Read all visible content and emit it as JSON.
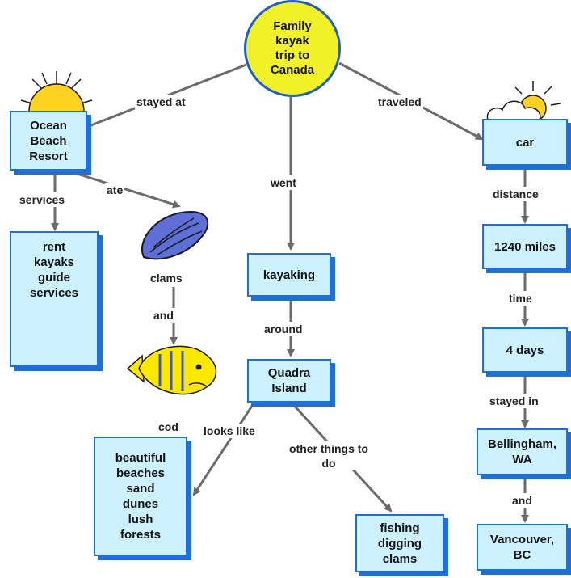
{
  "center": {
    "label": "Family\nkayak\ntrip to\nCanada"
  },
  "nodes": {
    "ocean_beach_resort": "Ocean\nBeach\nResort",
    "car": "car",
    "rent_kayaks": "rent\nkayaks\nguide\nservices",
    "kayaking": "kayaking",
    "quadra_island": "Quadra\nIsland",
    "beautiful_beaches": "beautiful\nbeaches\nsand\ndunes\nlush\nforests",
    "fishing": "fishing\ndigging\nclams",
    "miles": "1240 miles",
    "days": "4 days",
    "bellingham": "Bellingham,\nWA",
    "vancouver": "Vancouver,\nBC"
  },
  "links": {
    "stayed_at": "stayed at",
    "traveled": "traveled",
    "went": "went",
    "services": "services",
    "ate": "ate",
    "clams": "clams",
    "and_fish": "and",
    "cod": "cod",
    "around": "around",
    "looks_like": "looks like",
    "other_things": "other things to\ndo",
    "distance": "distance",
    "time": "time",
    "stayed_in": "stayed in",
    "and_city": "and"
  },
  "colors": {
    "node_fill": "#cdf2ff",
    "node_border": "#1f6fd6",
    "center_fill": "#f1f12a",
    "arrow": "#6b6b6b"
  },
  "icons": [
    "sun-icon",
    "sun-cloud-icon",
    "clam-shell-icon",
    "fish-icon"
  ]
}
